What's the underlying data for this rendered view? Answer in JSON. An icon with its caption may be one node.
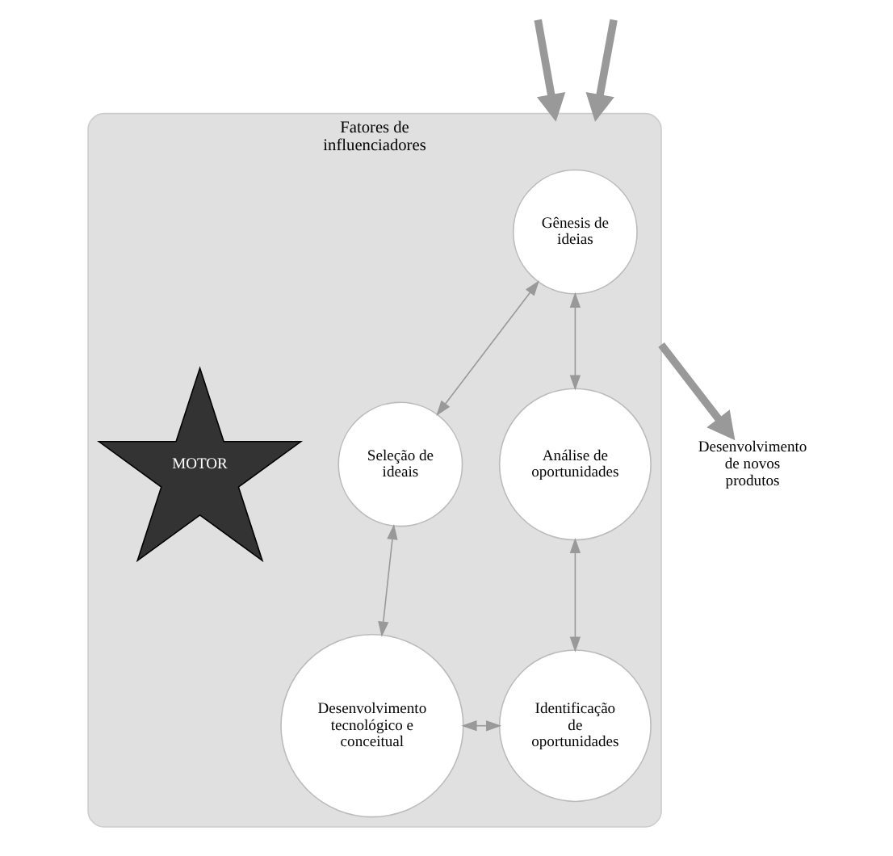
{
  "diagram": {
    "nodes": [
      {
        "text": [
          "Fatores de influenciadores"
        ]
      },
      {
        "text": [
          "Gênesis de ideias"
        ],
        "in": 0
      },
      {
        "text": [
          "Análise de oportunidades"
        ],
        "in": 0
      },
      {
        "text": [
          "MOTOR"
        ],
        "in": 0
      },
      {
        "text": [
          "Seleção de ideais"
        ],
        "in": 0
      },
      {
        "text": [
          "Identificação de oportunidades"
        ],
        "in": 0
      },
      {
        "text": [
          "Desenvolvimento tecnológico e conceitual"
        ],
        "in": 0
      },
      {
        "text": [
          "Desenvolvimento de novos produtos"
        ]
      }
    ],
    "edges": [
      {
        "from": null,
        "to": 0,
        "arrow": "to",
        "style": "thick"
      },
      {
        "from": 1,
        "to": 4,
        "arrow": "both"
      },
      {
        "from": 4,
        "to": 6,
        "arrow": "both"
      },
      {
        "from": 6,
        "to": 5,
        "arrow": "both"
      },
      {
        "from": 5,
        "to": 2,
        "arrow": "both"
      },
      {
        "from": 2,
        "to": 1,
        "arrow": "both"
      },
      {
        "from": null,
        "to": 0,
        "arrow": "to",
        "style": "thick"
      },
      {
        "from": 0,
        "to": 7,
        "arrow": "to",
        "style": "thick"
      }
    ]
  }
}
